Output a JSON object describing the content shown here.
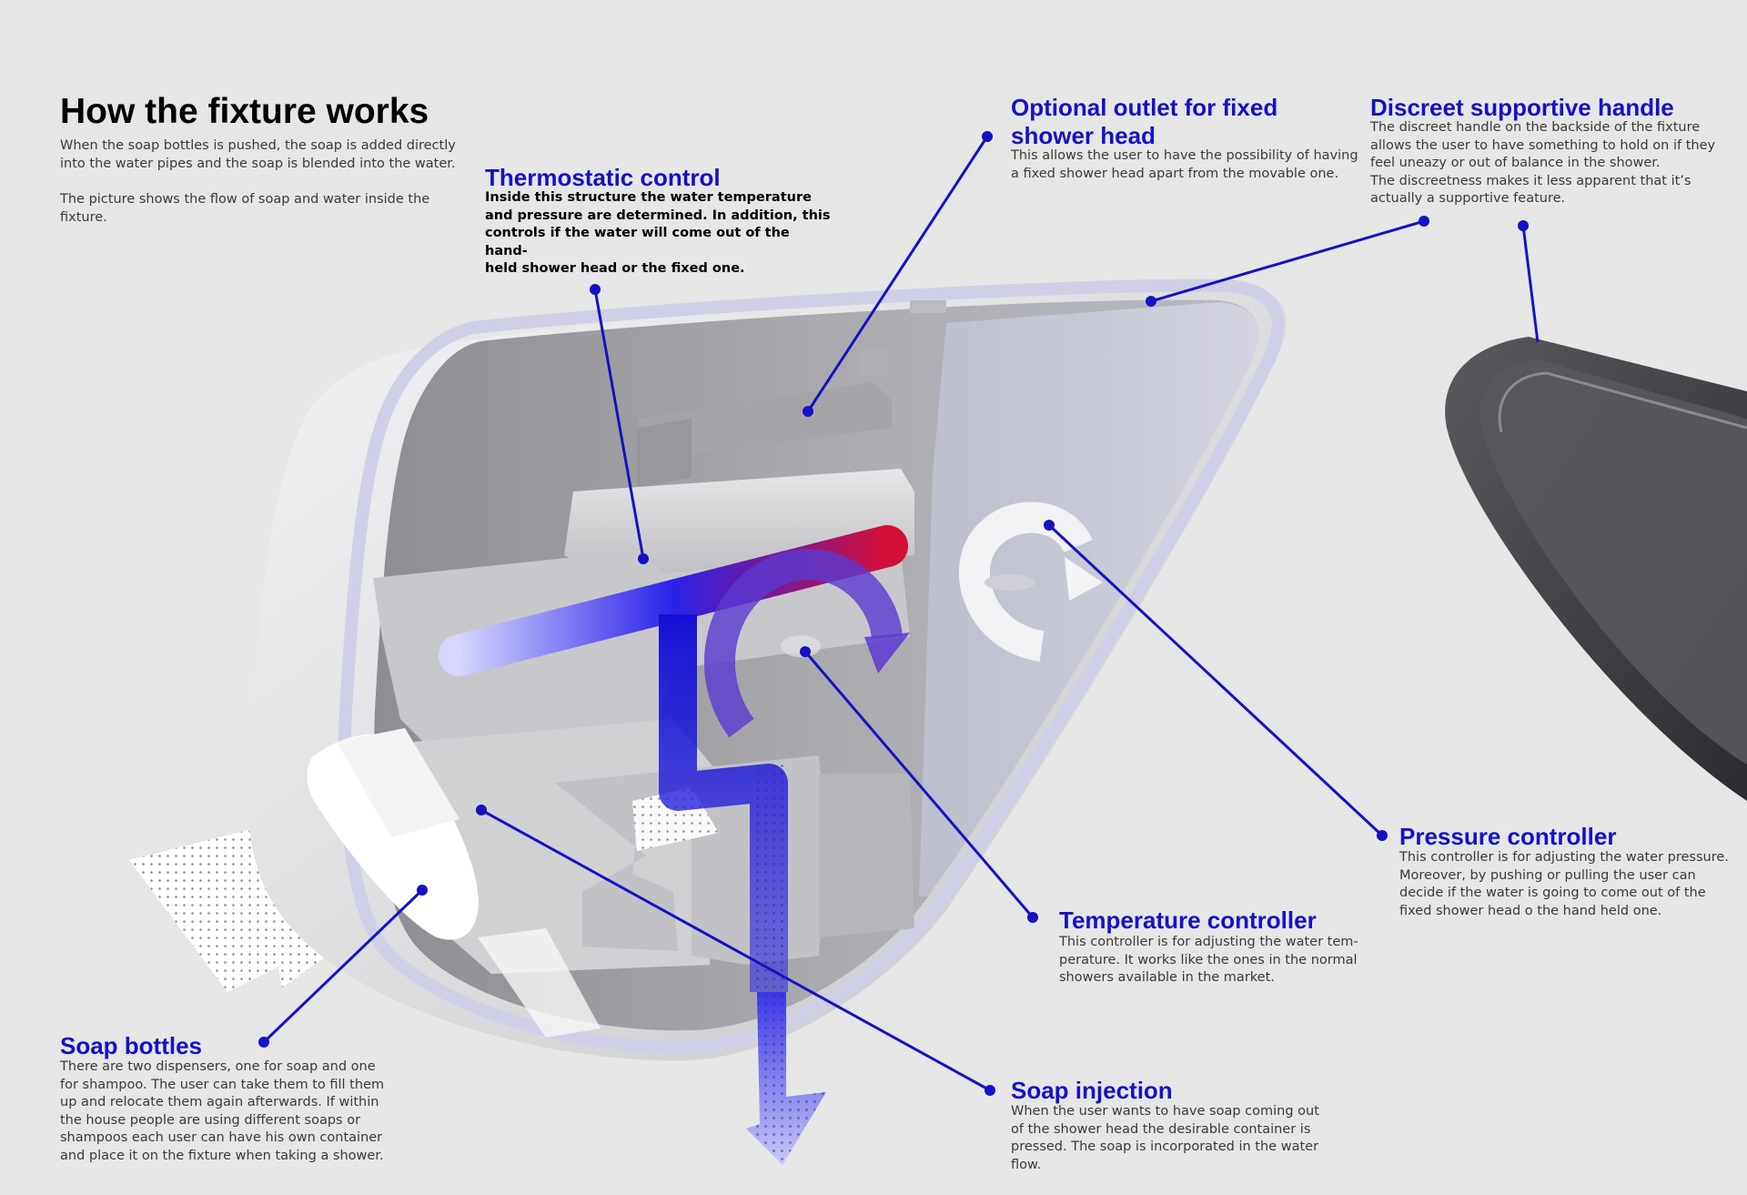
{
  "header": {
    "title": "How the fixture works",
    "intro": "When the soap bottles is pushed, the soap is added directly\ninto the water pipes and the soap is blended into the water.",
    "note": "The picture shows the flow of soap and water inside the fixture."
  },
  "callouts": {
    "thermostatic": {
      "title": "Thermostatic control",
      "text": "Inside this structure the water temperature\nand pressure are determined. In addition, this\ncontrols if the water will come out of the hand-\nheld shower head or the fixed one."
    },
    "outlet": {
      "title": "Optional outlet for fixed\nshower head",
      "text": "This allows the user to have the possibility of having\na fixed shower head apart from the movable one."
    },
    "handle": {
      "title": "Discreet supportive handle",
      "text": "The discreet handle on the backside of the fixture\nallows the user to have something to hold on if they\nfeel uneazy or out of balance in the shower.\nThe discreetness makes it less apparent that it’s\nactually a supportive feature."
    },
    "pressure": {
      "title": "Pressure controller",
      "text": "This controller is for adjusting the water pressure.\nMoreover, by pushing or pulling the user can\ndecide if the water is going to come out of the\nfixed shower head o the hand held one."
    },
    "temperature": {
      "title": "Temperature controller",
      "text": "This controller is for adjusting the water tem-\nperature. It works like the ones in the normal\nshowers available in the market."
    },
    "soap_bottles": {
      "title": "Soap bottles",
      "text": "There are two dispensers, one for soap and one\nfor shampoo. The user can take them to fill them\nup and relocate them again afterwards. If within\nthe house people are using different soaps or\nshampoos each user can have his own container\nand place it on the fixture when taking a shower."
    },
    "soap_injection": {
      "title": "Soap injection",
      "text": "When the user wants to have soap coming out\nof the shower head the desirable container is\npressed. The soap is incorporated in the water\nflow."
    }
  },
  "colors": {
    "accent": "#1512c4",
    "hot_water": "#c8103a",
    "cold_water": "#1410d6",
    "background": "#e6e6e6"
  }
}
